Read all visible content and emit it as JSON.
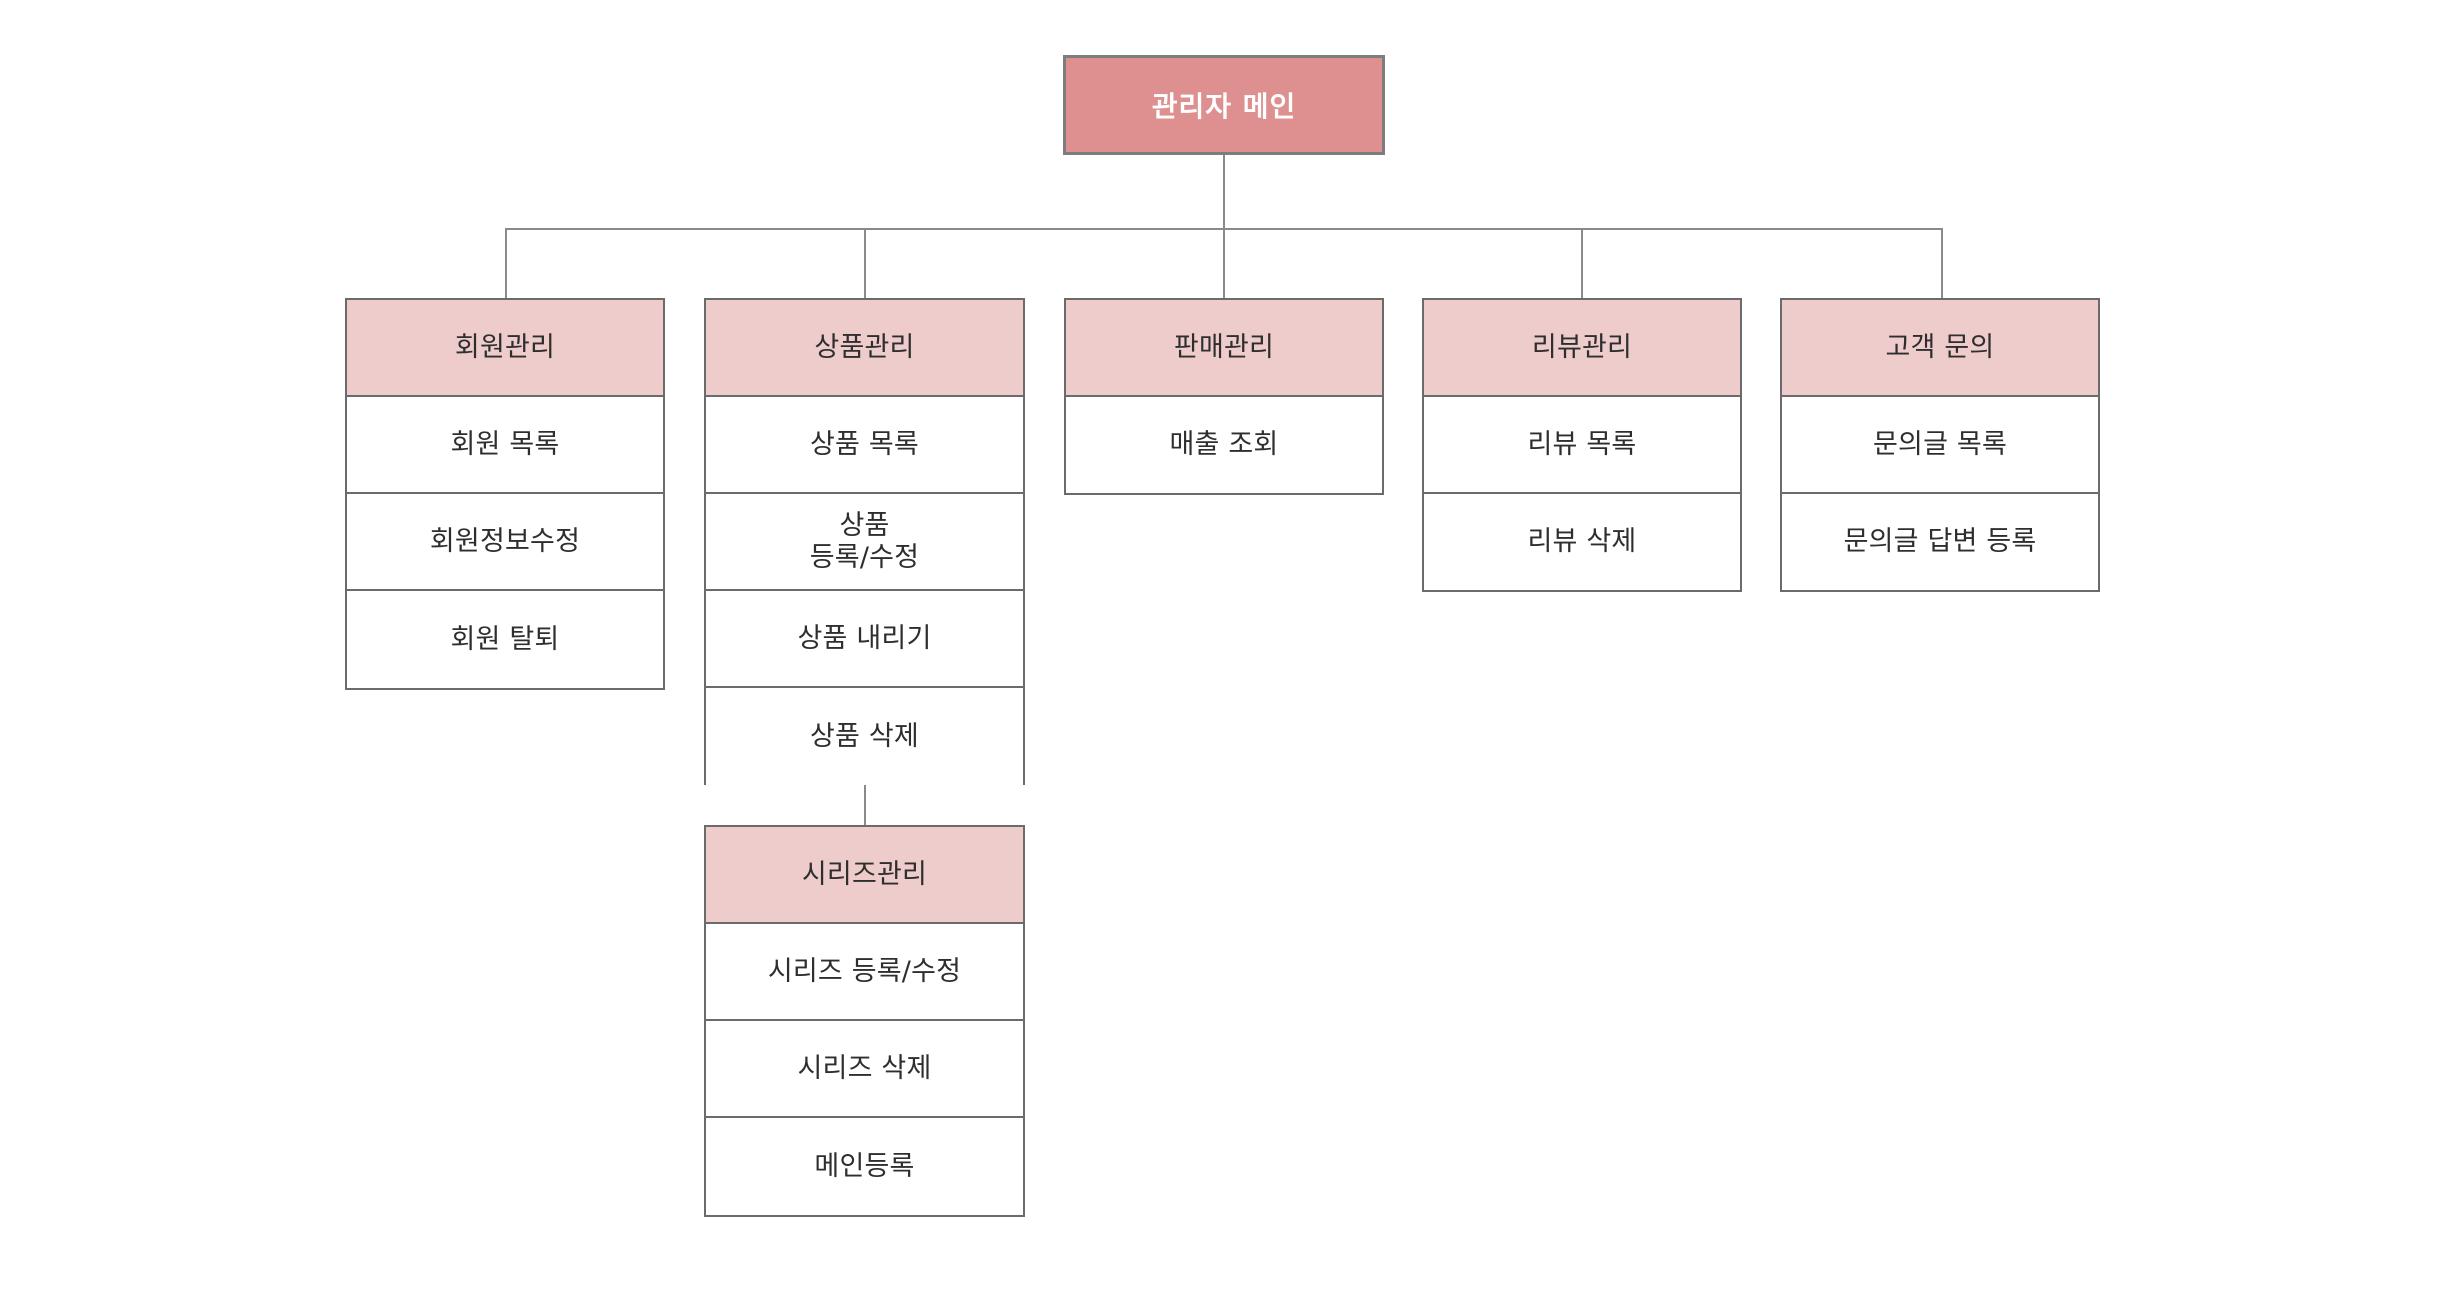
{
  "diagram": {
    "title": "관리자 메인",
    "type": "org-chart",
    "colors": {
      "root_fill": "#de8f8f",
      "root_text": "#ffffff",
      "header_fill": "#efcccc",
      "body_fill": "#ffffff",
      "border": "#6b6b6b",
      "connector": "#8a8a8a",
      "text": "#2e2e2e"
    }
  },
  "root": {
    "label": "관리자 메인"
  },
  "branches": [
    {
      "id": "member",
      "header": "회원관리",
      "items": [
        "회원 목록",
        "회원정보수정",
        "회원 탈퇴"
      ]
    },
    {
      "id": "product",
      "header": "상품관리",
      "items": [
        "상품 목록",
        "상품\n등록/수정",
        "상품 내리기",
        "상품 삭제"
      ],
      "child": {
        "id": "series",
        "header": "시리즈관리",
        "items": [
          "시리즈 등록/수정",
          "시리즈 삭제",
          "메인등록"
        ]
      }
    },
    {
      "id": "sales",
      "header": "판매관리",
      "items": [
        "매출 조회"
      ]
    },
    {
      "id": "review",
      "header": "리뷰관리",
      "items": [
        "리뷰 목록",
        "리뷰 삭제"
      ]
    },
    {
      "id": "inquiry",
      "header": "고객 문의",
      "items": [
        "문의글 목록",
        "문의글 답변 등록"
      ]
    }
  ]
}
